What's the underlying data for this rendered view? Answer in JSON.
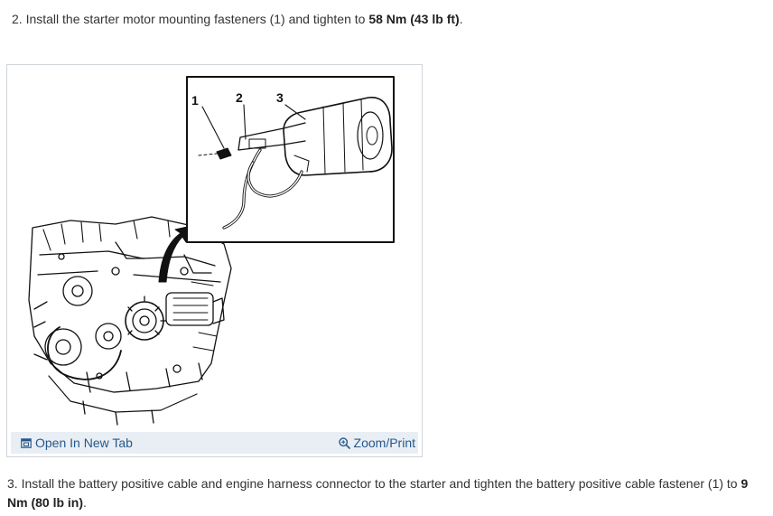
{
  "steps": {
    "step2": {
      "text": "2. Install the starter motor mounting fasteners (1) and tighten to ",
      "torque": "58 Nm (43 lb ft)",
      "end": "."
    },
    "step3": {
      "text": "3. Install the battery positive cable and engine harness connector to the starter and tighten the battery positive cable fastener (1) to ",
      "torque": "9 Nm (80 lb in)",
      "end": "."
    }
  },
  "figure": {
    "callouts": [
      "1",
      "2",
      "3"
    ],
    "open_link": "Open In New Tab",
    "zoom_link": "Zoom/Print",
    "link_color": "#27588a",
    "toolbar_color": "#e8eef4"
  },
  "icons": {
    "open": "open-new-tab-icon",
    "zoom": "zoom-magnifier-icon"
  }
}
